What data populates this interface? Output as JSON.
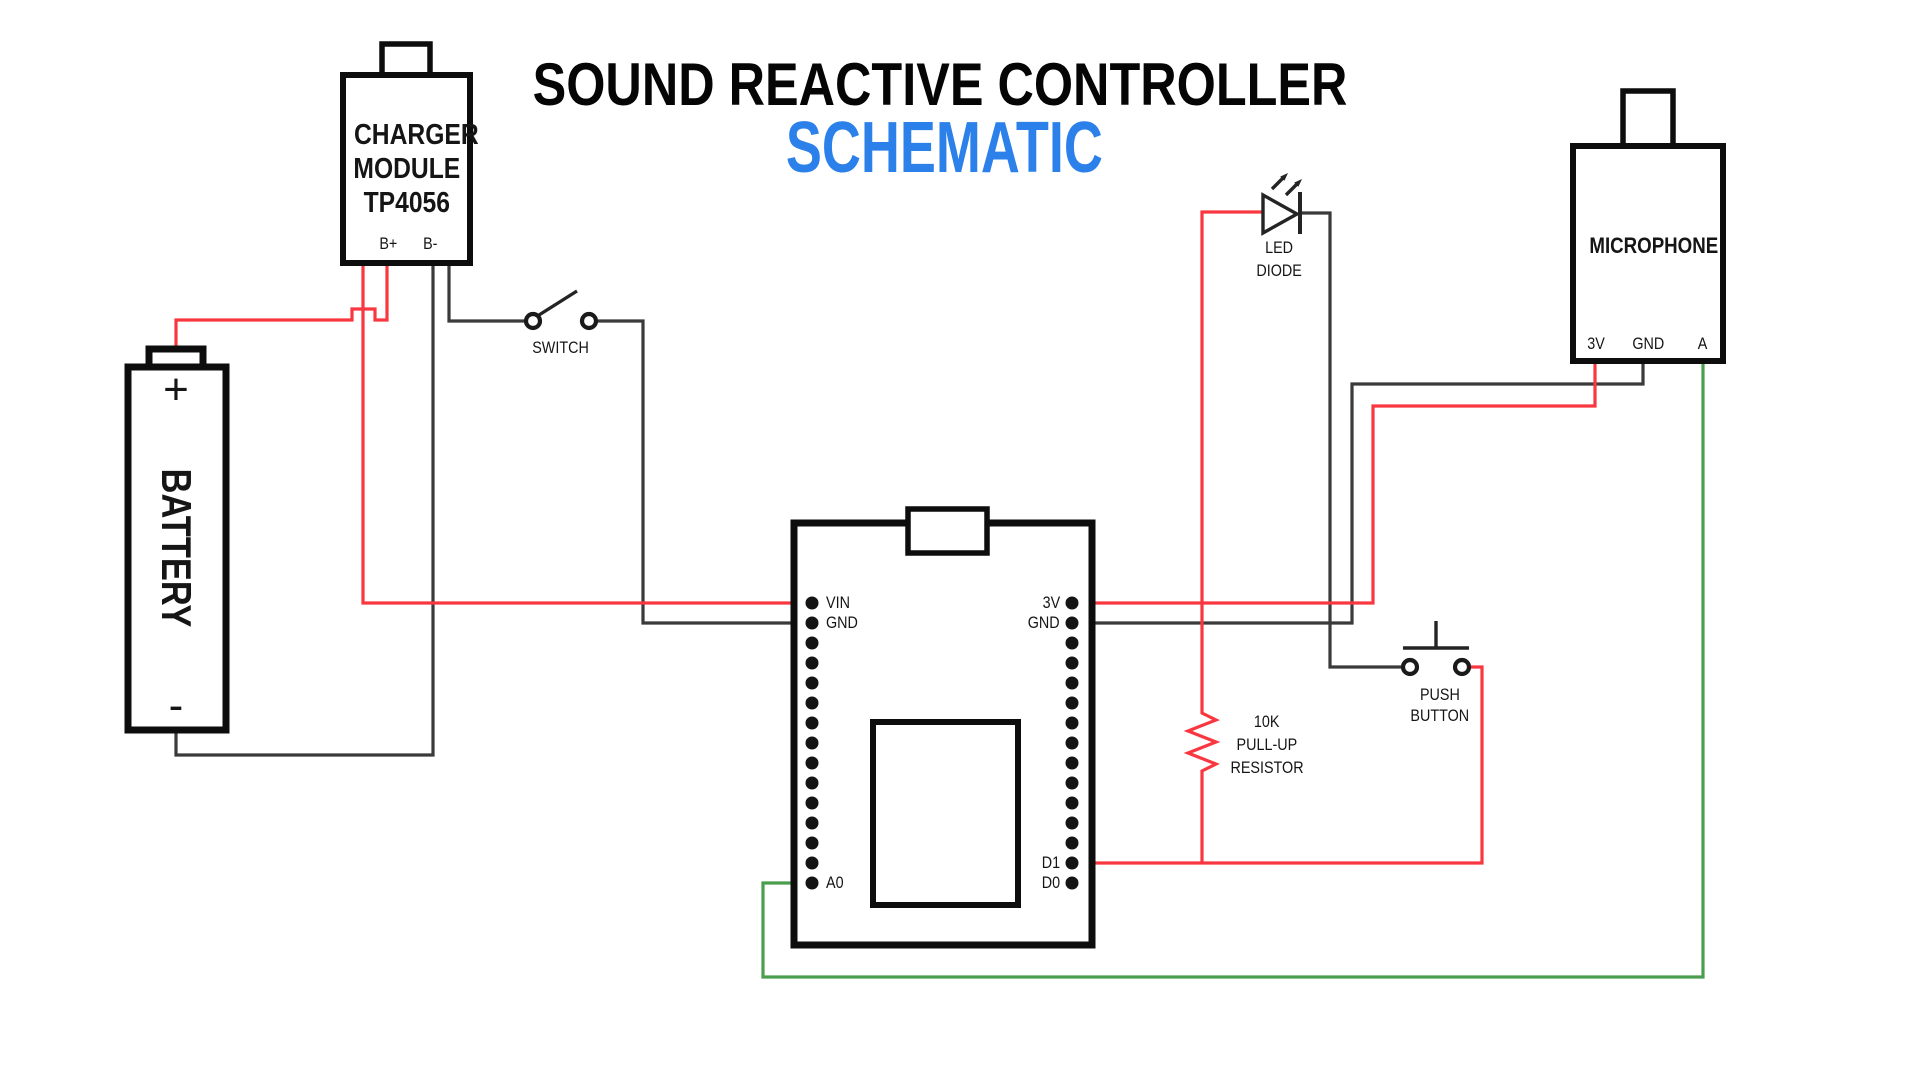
{
  "title": {
    "line1": "SOUND REACTIVE CONTROLLER",
    "line2": "SCHEMATIC"
  },
  "colors": {
    "accent_blue": "#2b80ea",
    "wire_positive_red": "#f93740",
    "wire_ground_dark": "#3a3a3a",
    "wire_analog_green": "#4a9f4e",
    "component_outline": "#0d0d0d"
  },
  "components": {
    "charger_module": {
      "name_line1": "CHARGER",
      "name_line2": "MODULE",
      "name_line3": "TP4056",
      "pin_b_plus": "B+",
      "pin_b_minus": "B-"
    },
    "battery": {
      "name": "BATTERY",
      "positive_sign": "+",
      "negative_sign": "-"
    },
    "switch": {
      "name": "SWITCH"
    },
    "microcontroller": {
      "pin_vin": "VIN",
      "pin_gnd_left": "GND",
      "pin_a0": "A0",
      "pin_3v": "3V",
      "pin_gnd_right": "GND",
      "pin_d1": "D1",
      "pin_d0": "D0"
    },
    "led": {
      "name_line1": "LED",
      "name_line2": "DIODE"
    },
    "resistor": {
      "name_line1": "10K",
      "name_line2": "PULL-UP",
      "name_line3": "RESISTOR"
    },
    "push_button": {
      "name_line1": "PUSH",
      "name_line2": "BUTTON"
    },
    "microphone": {
      "name": "MICROPHONE",
      "pin_3v": "3V",
      "pin_gnd": "GND",
      "pin_a": "A"
    }
  }
}
